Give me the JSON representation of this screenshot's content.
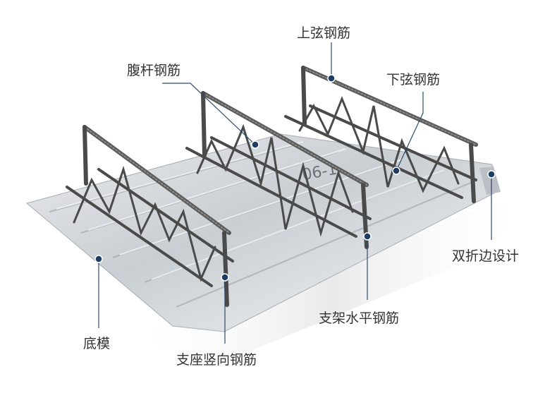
{
  "diagram": {
    "labels": {
      "top_chord": "上弦钢筋",
      "web_bar": "腹杆钢筋",
      "bottom_chord": "下弦钢筋",
      "double_fold": "双折边设计",
      "frame_horizontal": "支架水平钢筋",
      "bottom_form": "底模",
      "support_vertical": "支座竖向钢筋"
    },
    "colors": {
      "leader_line": "#2a4a6e",
      "leader_dot": "#1f3d63",
      "label_text": "#333333",
      "steel_rebar": "#4a4a4a",
      "galvanized_sheet": "#cfd4d8"
    },
    "marking_text": "06-1"
  }
}
